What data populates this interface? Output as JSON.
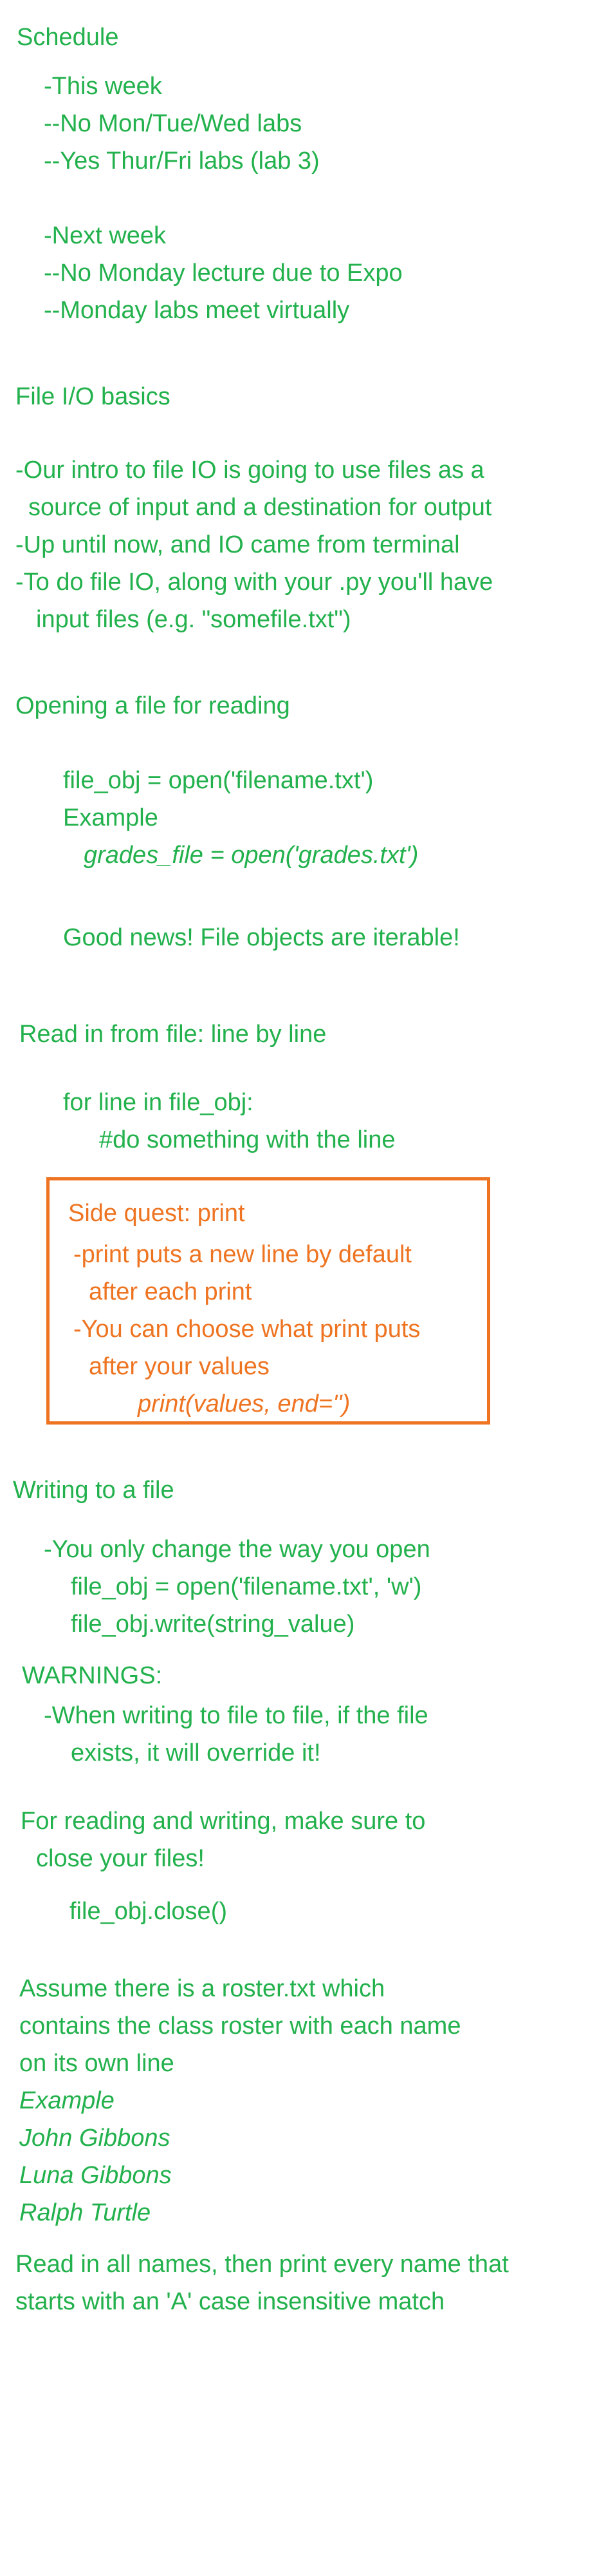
{
  "schedule": {
    "title": "Schedule",
    "this_week": "-This week",
    "this_week_1": "--No Mon/Tue/Wed labs",
    "this_week_2": "--Yes Thur/Fri labs (lab 3)",
    "next_week": "-Next week",
    "next_week_1": "--No Monday lecture due to Expo",
    "next_week_2": "--Monday labs meet virtually"
  },
  "file_io": {
    "title": "File I/O basics",
    "b1_l1": "-Our intro to file IO is going to use files as a",
    "b1_l2": "source of input and a destination for output",
    "b2": "-Up until now, and IO came from terminal",
    "b3_l1": "-To do file IO, along with your .py you'll have",
    "b3_l2": "input files (e.g. \"somefile.txt\")"
  },
  "opening": {
    "title": "Opening a file for reading",
    "code": "file_obj = open('filename.txt')",
    "example_label": "Example",
    "example_code": "grades_file = open('grades.txt')",
    "good_news": "Good news! File objects are iterable!"
  },
  "read_lines": {
    "title": "Read in from file: line by line",
    "code_1": "for line in file_obj:",
    "code_2": "#do something with the line"
  },
  "side_quest": {
    "title": "Side quest: print",
    "l1": "-print puts a new line by default",
    "l2": "after each print",
    "l3": "-You can choose what print puts",
    "l4": "after your values",
    "code": "print(values, end='')"
  },
  "writing": {
    "title": "Writing to a file",
    "l1": "-You only change the way you open",
    "code_1": "file_obj = open('filename.txt', 'w')",
    "code_2": "file_obj.write(string_value)"
  },
  "warnings": {
    "title": "WARNINGS:",
    "l1": "-When writing to file to file, if the file",
    "l2": "exists, it will override it!"
  },
  "closing": {
    "l1": "For reading and writing, make sure to",
    "l2": "close your files!",
    "code": "file_obj.close()"
  },
  "roster": {
    "l1": "Assume there is a roster.txt which",
    "l2": "contains the class roster with each name",
    "l3": "on its own line",
    "example_label": "Example",
    "names": [
      "John Gibbons",
      "Luna Gibbons",
      "Ralph Turtle"
    ]
  },
  "task": {
    "l1": "Read in all names, then print every name that",
    "l2": "starts with an 'A' case insensitive match"
  },
  "colors": {
    "note_green": "#22b14c",
    "note_orange": "#ee7422",
    "background": "#ffffff"
  }
}
